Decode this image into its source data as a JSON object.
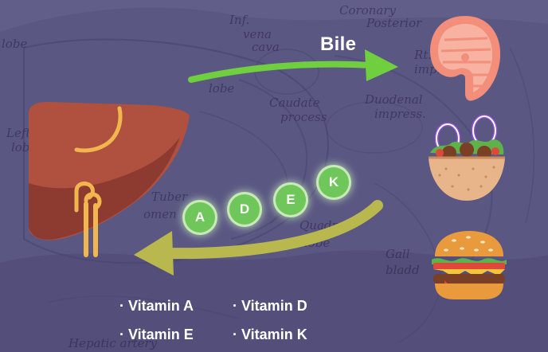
{
  "diagram": {
    "bile_label": "Bile",
    "vitamin_letters": [
      "A",
      "D",
      "E",
      "K"
    ],
    "vitamin_list": [
      "Vitamin A",
      "Vitamin D",
      "Vitamin E",
      "Vitamin K"
    ],
    "background_words": [
      "lobe",
      "Inf.",
      "vena",
      "cava",
      "Rt.",
      "impress",
      "Coronary",
      "Posterior",
      "Caudate",
      "process",
      "Duodenal",
      "impress.",
      "lobe",
      "Tuber",
      "omen",
      "Quadr",
      "lobe",
      "Gall",
      "bladd",
      "Hepatic artery",
      "Left",
      "lobe"
    ],
    "icons": [
      "liver-icon",
      "salmon-steak-icon",
      "salad-bowl-icon",
      "hamburger-icon"
    ],
    "colors": {
      "background": "#5a5682",
      "bile_arrow": "#6fcf3f",
      "return_arrow": "#b9b84e",
      "vitamin_circle": "#6fc65a",
      "liver": "#b0503f",
      "bile_duct": "#f1b64d"
    }
  }
}
